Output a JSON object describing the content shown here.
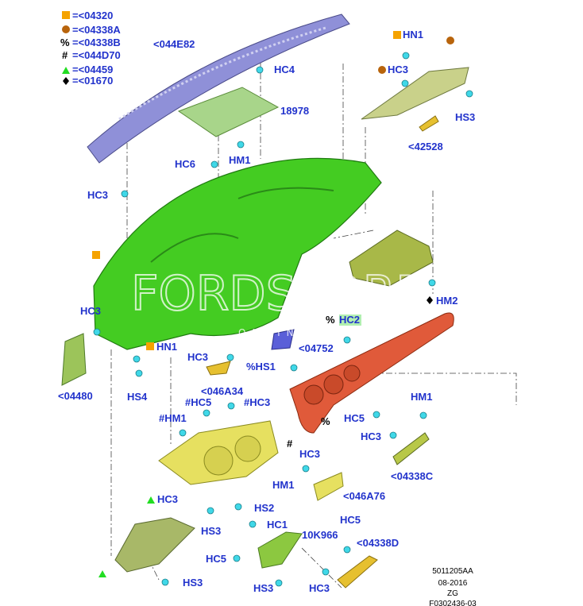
{
  "legend": [
    {
      "symbol": "square",
      "color": "#f5a300",
      "text": "=<04320"
    },
    {
      "symbol": "circle",
      "color": "#b8640c",
      "text": "=<04338A"
    },
    {
      "symbol": "%",
      "text": "=<04338B"
    },
    {
      "symbol": "#",
      "text": "=<044D70"
    },
    {
      "symbol": "triangle",
      "color": "#22dd22",
      "text": "=<04459"
    },
    {
      "symbol": "diamond",
      "color": "#000000",
      "text": "=<01670"
    }
  ],
  "labels": {
    "l044E82": "<044E82",
    "hc4": "HC4",
    "hn1_top": "HN1",
    "hc3_top": "HC3",
    "hs3_top": "HS3",
    "p18978": "18978",
    "p42528": "<42528",
    "hc6": "HC6",
    "hm1_a": "HM1",
    "hc3_left": "HC3",
    "hm2": "HM2",
    "hc2": "HC2",
    "hc3_b": "HC3",
    "hn1_mid": "HN1",
    "p04752": "<04752",
    "hc3_c": "HC3",
    "hs1": "%HS1",
    "p046A34": "<046A34",
    "p04480": "<04480",
    "hs4": "HS4",
    "hm1_b": "HM1",
    "hc5_a": "#HC5",
    "hc3_d": "#HC3",
    "hm1_c": "#HM1",
    "hc5_b": "HC5",
    "hc3_e": "HC3",
    "hash": "#",
    "hc3_f": "HC3",
    "p04338C": "<04338C",
    "hm1_d": "HM1",
    "p046A76": "<046A76",
    "hc3_g": "HC3",
    "hs2": "HS2",
    "hs3_a": "HS3",
    "hc1": "HC1",
    "p10K966": "10K966",
    "hc5_c": "HC5",
    "p04338D": "<04338D",
    "hc5_d": "HC5",
    "hs3_b": "HS3",
    "hs3_c": "HS3",
    "hc3_h": "HC3",
    "pct": "%",
    "pct2": "%"
  },
  "watermark": {
    "main": "FORDSTORE",
    "sub": "ONLINE"
  },
  "footer": [
    "5011205AA",
    "08-2016",
    "ZG",
    "F0302436-03"
  ],
  "colors": {
    "label": "#2233cc",
    "panel": "#33cc11",
    "cluster": "#e05a3a",
    "bezel": "#e6e060",
    "vent": "#7f80c8",
    "clip": "#40d8e8"
  }
}
